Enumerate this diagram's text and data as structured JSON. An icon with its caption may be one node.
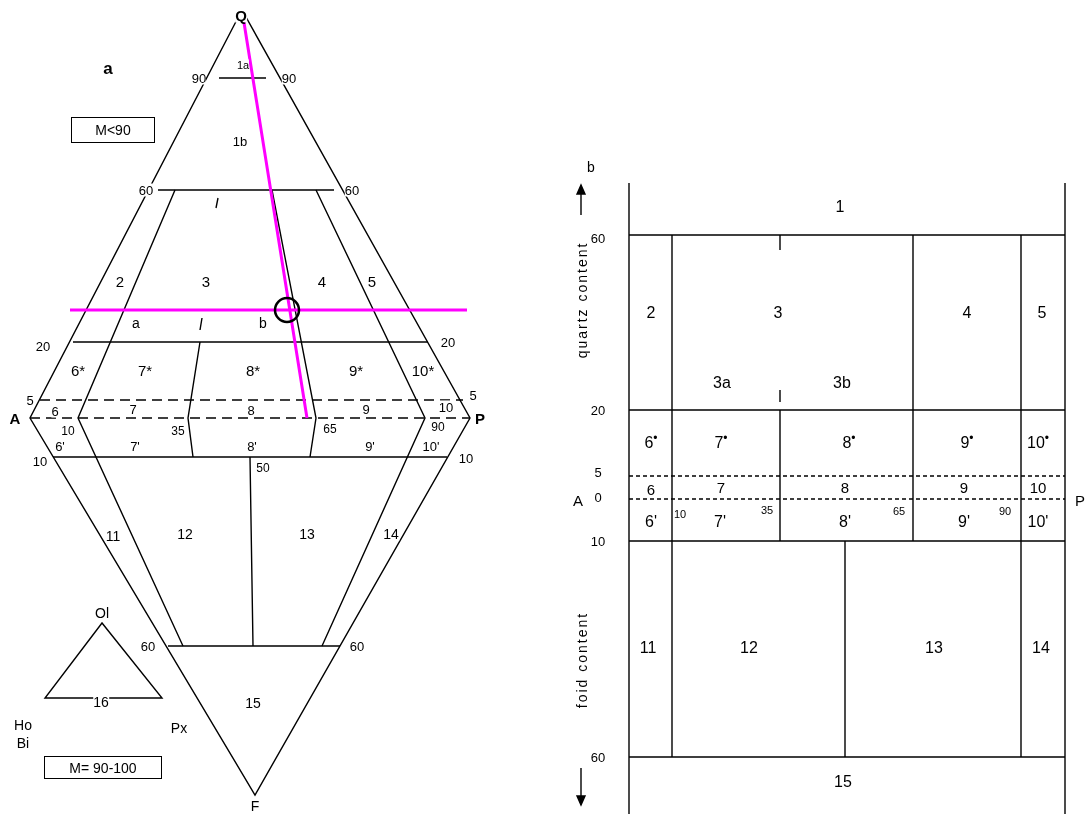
{
  "diagram": {
    "nodes": [
      {
        "text": [
          "M<90"
        ]
      },
      {
        "text": [
          "M= 90-100"
        ]
      }
    ],
    "labels": [
      "a",
      "Q",
      "90",
      "90",
      "1a",
      "1b",
      "60",
      "60",
      "2",
      "3",
      "4",
      "5",
      "a",
      "b",
      "20",
      "20",
      "6*",
      "7*",
      "8*",
      "9*",
      "10*",
      "5",
      "5",
      "A",
      "P",
      "6",
      "7",
      "8",
      "9",
      "10",
      "10",
      "35",
      "65",
      "90",
      "6'",
      "7'",
      "8'",
      "9'",
      "10'",
      "10",
      "10",
      "50",
      "11",
      "12",
      "13",
      "14",
      "Ol",
      "60",
      "60",
      "16",
      "15",
      "Ho",
      "Px",
      "Bi",
      "F",
      "b",
      "quartz content",
      "1",
      "60",
      "2",
      "3",
      "4",
      "5",
      "3a",
      "3b",
      "20",
      "6$^{•}$",
      "7$^{•}$",
      "8$^{•}$",
      "9$^{•}$",
      "10$^{•}$",
      "5",
      "6",
      "7",
      "8",
      "9",
      "10",
      "A",
      "0",
      "P",
      "6'",
      "10",
      "7'",
      "35",
      "8'",
      "65",
      "9'",
      "90",
      "10'",
      "10",
      "foid content",
      "11",
      "12",
      "13",
      "14",
      "60",
      "15"
    ]
  }
}
